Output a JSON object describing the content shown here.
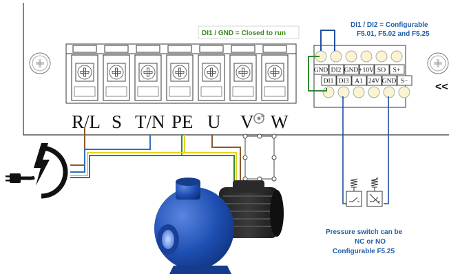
{
  "notes": {
    "closed_to_run": "DI1 / GND = Closed to run",
    "di_config_line1": "DI1 / DI2 = Configurable",
    "di_config_line2": "F5.01, F5.02 and F5.25",
    "pressure_line1": "Pressure switch can be",
    "pressure_line2": "NC or NO",
    "pressure_line3": "Configurable F5.25",
    "edge_marker": "<<"
  },
  "power_terminals": [
    {
      "label": "R/L"
    },
    {
      "label": "S"
    },
    {
      "label": "T/N"
    },
    {
      "label": "PE"
    },
    {
      "label": "U"
    },
    {
      "label": "V"
    },
    {
      "label": "W"
    }
  ],
  "control_terminals": {
    "top_row": [
      "GND",
      "DI2",
      "GND",
      "+10V",
      "SO",
      "S+"
    ],
    "bottom_row": [
      "DI1",
      "DI3",
      "A1",
      "24V",
      "GND",
      "S−"
    ]
  },
  "wire_colors": {
    "brown": "#8a5a2b",
    "blue": "#2f6fc0",
    "green": "#2e8b2e",
    "yellow": "#e6d21e",
    "dark_blue": "#1f4fa0",
    "rotation_icon": "#888888"
  },
  "icons": [
    "power-plug-icon",
    "rotation-direction-icon",
    "screw-icon",
    "pressure-switch-icon",
    "water-pump-icon"
  ]
}
